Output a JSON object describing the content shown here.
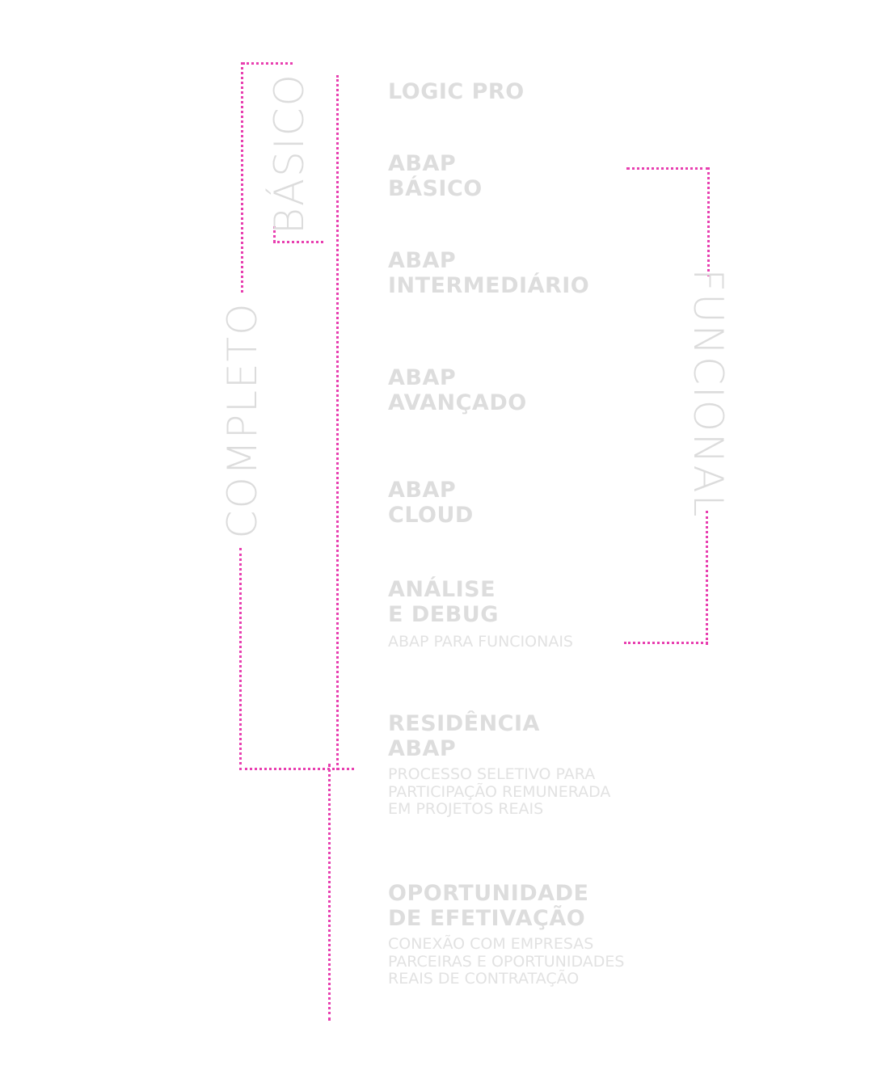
{
  "labels": {
    "completo": "COMPLETO",
    "basico": "BÁSICO",
    "funcional": "FUNCIONAL"
  },
  "modules": [
    {
      "title": "LOGIC PRO",
      "subtitle": ""
    },
    {
      "title": "ABAP\nBÁSICO",
      "subtitle": ""
    },
    {
      "title": "ABAP\nINTERMEDIÁRIO",
      "subtitle": ""
    },
    {
      "title": "ABAP\nAVANÇADO",
      "subtitle": ""
    },
    {
      "title": "ABAP\nCLOUD",
      "subtitle": ""
    },
    {
      "title": "ANÁLISE\nE DEBUG",
      "subtitle": "ABAP PARA FUNCIONAIS"
    },
    {
      "title": "RESIDÊNCIA\nABAP",
      "subtitle": "PROCESSO SELETIVO PARA\nPARTICIPAÇÃO REMUNERADA\nEM PROJETOS REAIS"
    },
    {
      "title": "OPORTUNIDADE\nDE EFETIVAÇÃO",
      "subtitle": "CONEXÃO COM EMPRESAS\nPARCEIRAS E OPORTUNIDADES\nREAIS DE CONTRATAÇÃO"
    }
  ],
  "colors": {
    "accent": "#e83fb0",
    "text": "#dddddd",
    "background": "#ffffff"
  }
}
